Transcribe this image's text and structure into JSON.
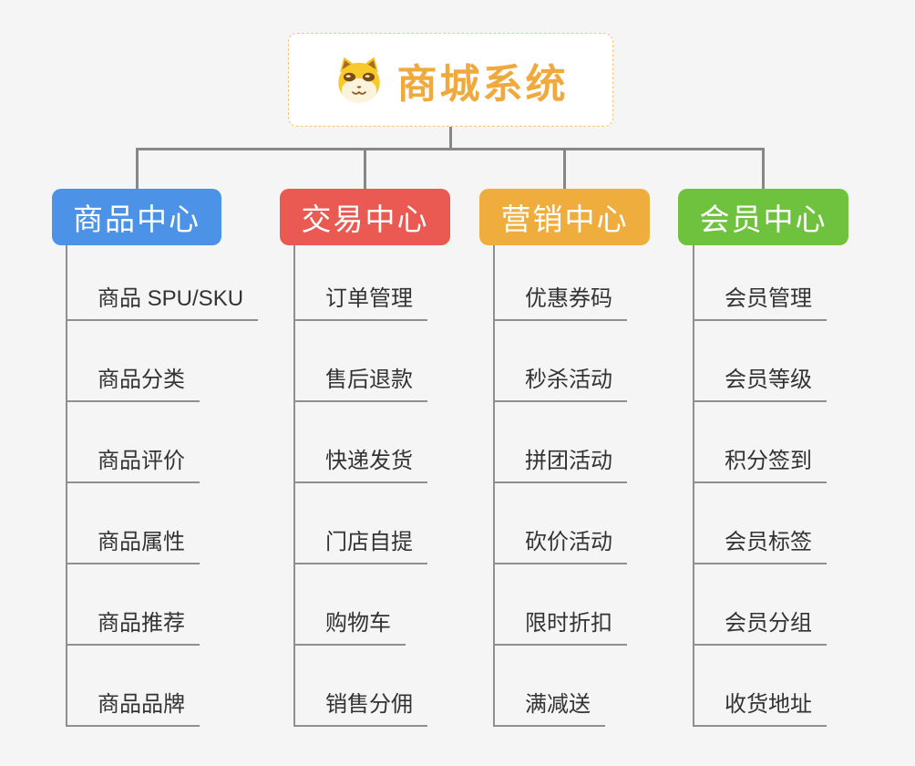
{
  "root": {
    "title": "商城系统",
    "title_color": "#F0A93C",
    "border_color": "#F2C47C",
    "icon": "shiba-dog-icon"
  },
  "style": {
    "background": "#F5F5F5",
    "connector_color": "#878787",
    "underline_color": "#8F8F8F",
    "item_text_color": "#333333"
  },
  "branches": [
    {
      "label": "商品中心",
      "color": "#4C93E8",
      "items": [
        "商品 SPU/SKU",
        "商品分类",
        "商品评价",
        "商品属性",
        "商品推荐",
        "商品品牌"
      ]
    },
    {
      "label": "交易中心",
      "color": "#EA5A52",
      "items": [
        "订单管理",
        "售后退款",
        "快递发货",
        "门店自提",
        "购物车",
        "销售分佣"
      ]
    },
    {
      "label": "营销中心",
      "color": "#EFAD3E",
      "items": [
        "优惠券码",
        "秒杀活动",
        "拼团活动",
        "砍价活动",
        "限时折扣",
        "满减送"
      ]
    },
    {
      "label": "会员中心",
      "color": "#6FC23E",
      "items": [
        "会员管理",
        "会员等级",
        "积分签到",
        "会员标签",
        "会员分组",
        "收货地址"
      ]
    }
  ]
}
